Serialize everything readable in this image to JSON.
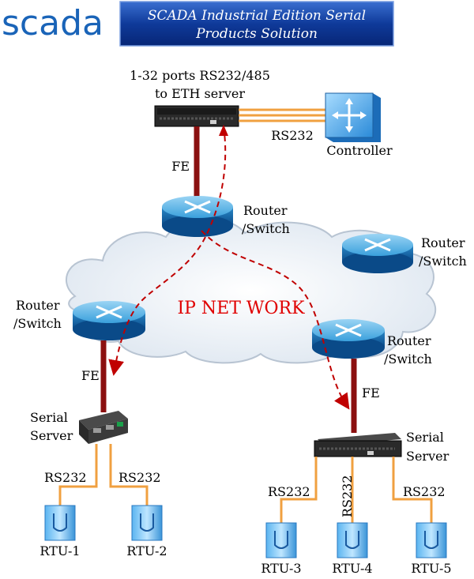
{
  "header": {
    "logo": "scada",
    "title_line1": "SCADA Industrial Edition Serial",
    "title_line2": "Products Solution"
  },
  "top_server": {
    "label_line1": "1-32 ports RS232/485",
    "label_line2": "to ETH server"
  },
  "controller": {
    "label": "Controller",
    "link_label": "RS232"
  },
  "routers": [
    {
      "label_line1": "Router",
      "label_line2": "/Switch"
    },
    {
      "label_line1": "Router",
      "label_line2": "/Switch"
    },
    {
      "label_line1": "Router",
      "label_line2": "/Switch"
    },
    {
      "label_line1": "Router",
      "label_line2": "/Switch"
    }
  ],
  "network_label": "IP NET WORK",
  "links": {
    "fe": "FE",
    "rs232": "RS232"
  },
  "serial_server_left": {
    "label_line1": "Serial",
    "label_line2": "Server"
  },
  "serial_server_right": {
    "label_line1": "Serial",
    "label_line2": "Server"
  },
  "rtus": [
    "RTU-1",
    "RTU-2",
    "RTU-3",
    "RTU-4",
    "RTU-5"
  ],
  "colors": {
    "accent": "#1a64b8",
    "fe_link": "#8b1010",
    "rs232_link": "#f0a040",
    "path": "#c00000"
  }
}
